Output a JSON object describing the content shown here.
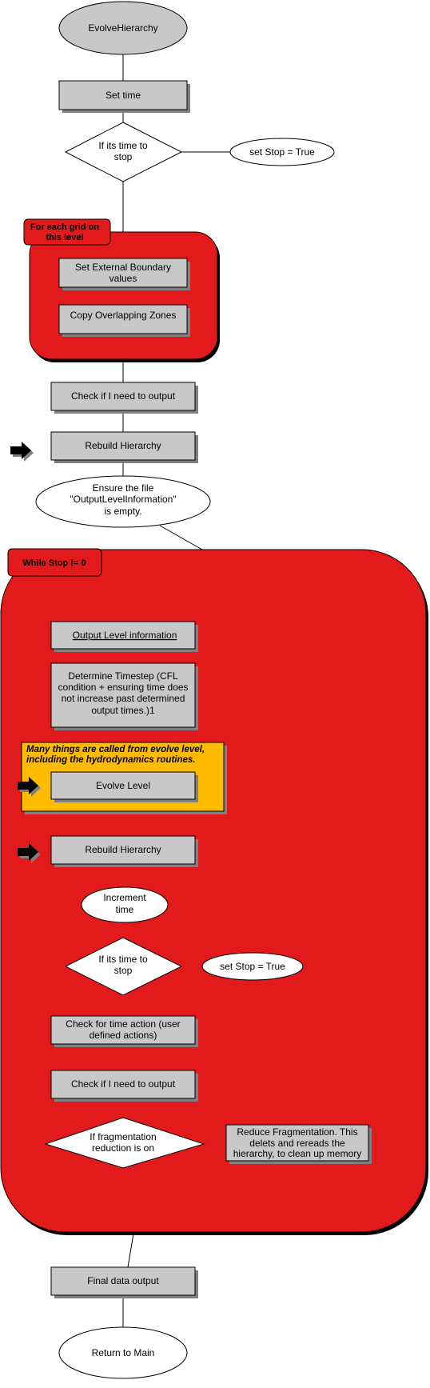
{
  "nodes": {
    "start": [
      "EvolveHierarchy"
    ],
    "set_time": [
      "Set time"
    ],
    "if_time_stop_1": [
      "If its time to",
      "stop"
    ],
    "set_stop_1": [
      "set Stop = True"
    ],
    "grid_loop_label": [
      "For each grid on",
      "this level"
    ],
    "set_external_boundary": [
      "Set External Boundary",
      "values"
    ],
    "copy_overlapping": [
      "Copy Overlapping Zones"
    ],
    "check_output_1": [
      "Check if I need to output"
    ],
    "rebuild_hierarchy_1": [
      "Rebuild Hierarchy"
    ],
    "ensure_file": [
      "Ensure the file",
      "\"OutputLevelInformation\"",
      "is empty."
    ],
    "while_label": [
      "While Stop != 0"
    ],
    "output_level_info": [
      "Output Level information"
    ],
    "determine_timestep": [
      "Determine Timestep (CFL",
      "condition + ensuring time does",
      "not increase past determined",
      "output times.)1"
    ],
    "evolve_note": [
      "Many things are called from evolve level,",
      "including the hydrodynamics routines."
    ],
    "evolve_level": [
      "Evolve Level"
    ],
    "rebuild_hierarchy_2": [
      "Rebuild Hierarchy"
    ],
    "increment_time": [
      "Increment",
      "time"
    ],
    "if_time_stop_2": [
      "If its time to",
      "stop"
    ],
    "set_stop_2": [
      "set Stop = True"
    ],
    "check_time_action": [
      "Check for time action (user",
      "defined actions)"
    ],
    "check_output_2": [
      "Check if I need to output"
    ],
    "if_fragmentation": [
      "If fragmentation",
      "reduction is on"
    ],
    "reduce_fragmentation": [
      "Reduce Fragmentation.  This",
      "delets and rereads the",
      "hierarchy, to clean up memory"
    ],
    "final_output": [
      "Final data output"
    ],
    "return_main": [
      "Return to Main"
    ]
  },
  "colors": {
    "loop_red": "#e31a1c",
    "box_gray": "#c8c8c8",
    "note_orange": "#ffbb00",
    "shadow": "#808080",
    "arrow_black": "#000000"
  },
  "icons": [
    "right-arrow-icon"
  ]
}
